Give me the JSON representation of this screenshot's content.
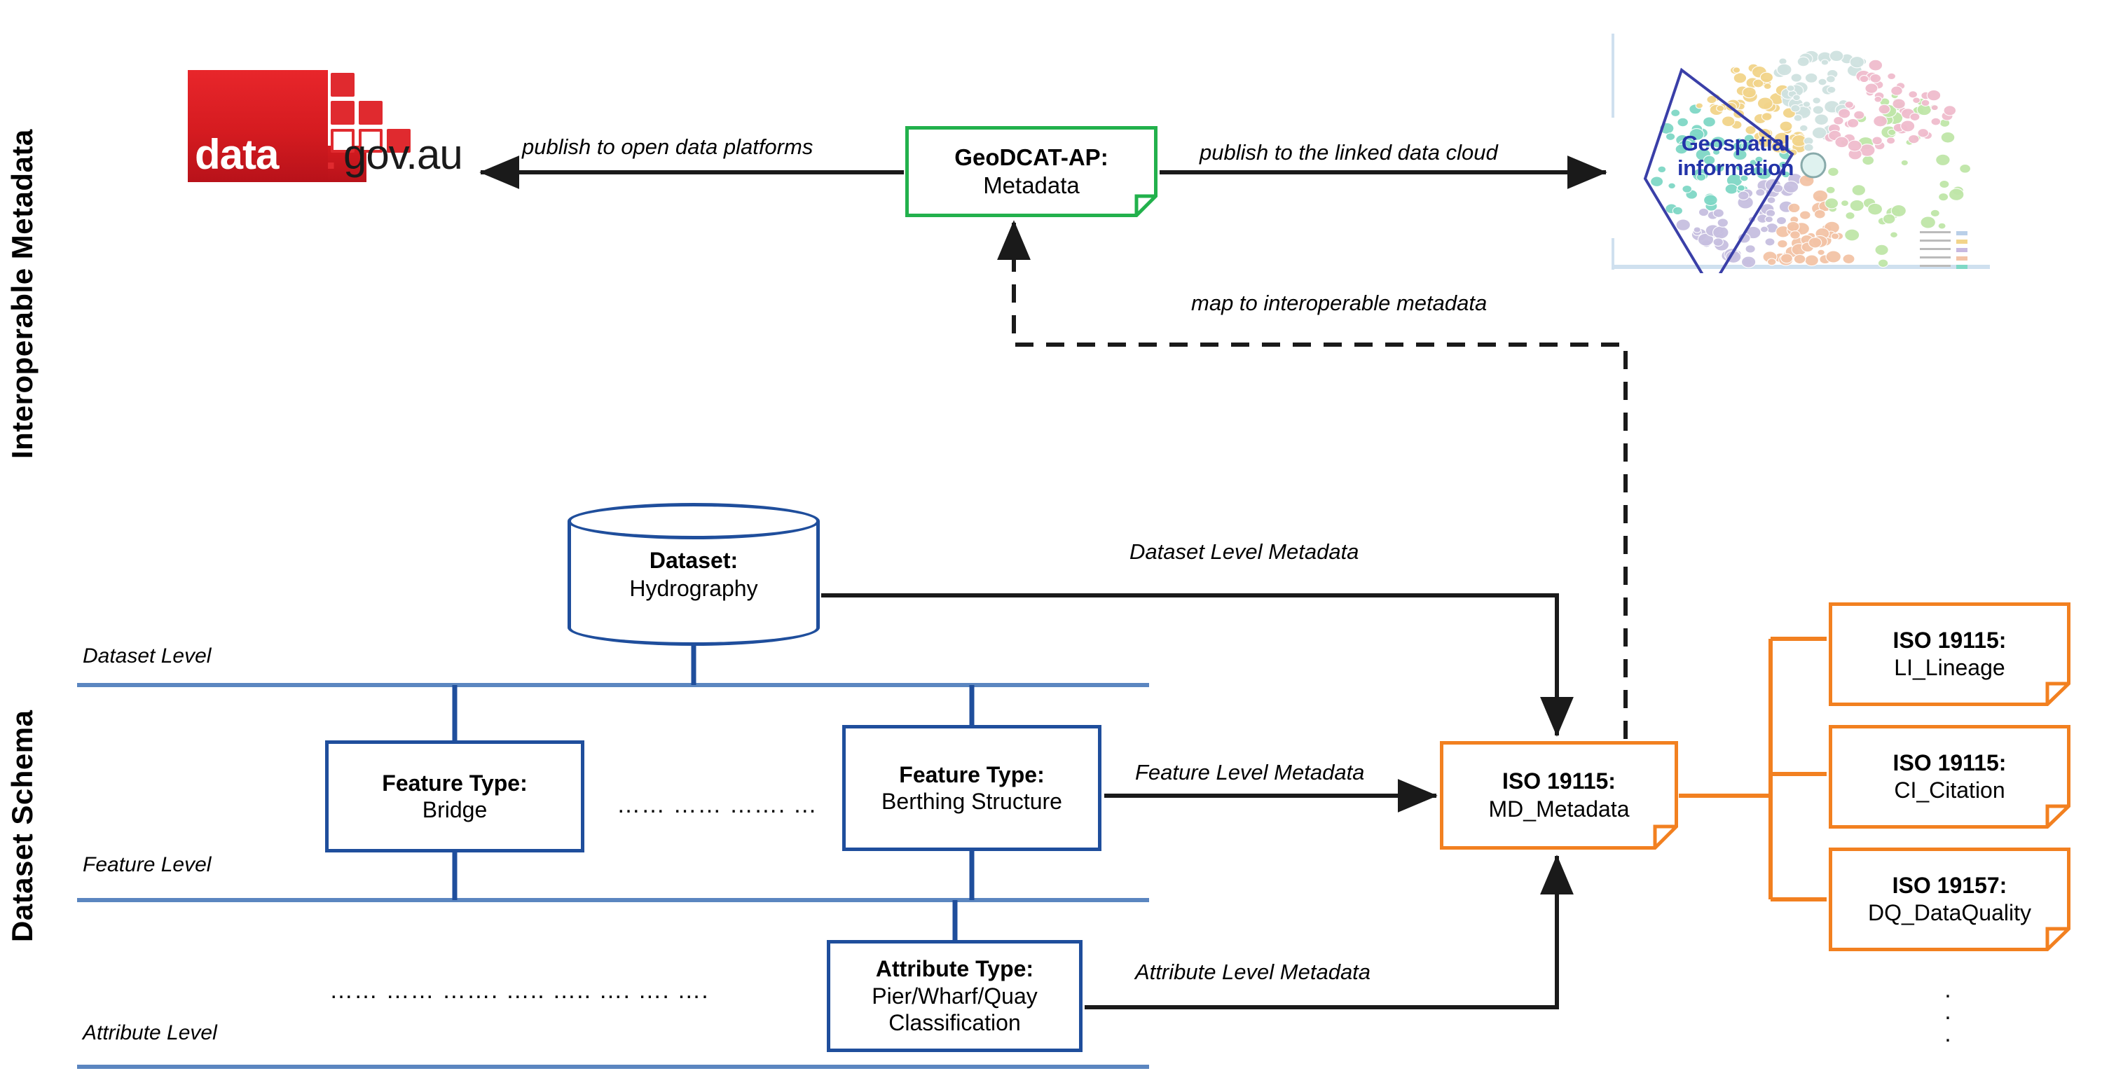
{
  "sections": {
    "top_label": "Interoperable  Metadata",
    "bottom_label": "Dataset Schema"
  },
  "logo": {
    "name": "data-gov-au-logo",
    "word": "data",
    "dot": ".",
    "suffix": "gov.au",
    "brand_color": "#d51b20"
  },
  "lod_cloud": {
    "callout": "Geospatial\ninformation",
    "callout_line1": "Geospatial",
    "callout_line2": "information",
    "callout_color": "#2333a8"
  },
  "boxes": {
    "geodcat": {
      "title": "GeoDCAT-AP:",
      "subtitle": "Metadata",
      "color": "#22b14c"
    },
    "dataset": {
      "title": "Dataset:",
      "subtitle": "Hydrography",
      "color": "#1f4e9c"
    },
    "feature_bridge": {
      "title": "Feature Type:",
      "subtitle": "Bridge",
      "color": "#1f4e9c"
    },
    "feature_berthing": {
      "title": "Feature Type:",
      "subtitle": "Berthing Structure",
      "color": "#1f4e9c"
    },
    "attribute_type": {
      "title": "Attribute Type:",
      "subtitle": "Pier/Wharf/Quay",
      "subtitle2": "Classification",
      "color": "#1f4e9c"
    },
    "md_metadata": {
      "title": "ISO 19115:",
      "subtitle": "MD_Metadata",
      "color": "#f28020"
    },
    "li_lineage": {
      "title": "ISO 19115:",
      "subtitle": "LI_Lineage",
      "color": "#f28020"
    },
    "ci_citation": {
      "title": "ISO 19115:",
      "subtitle": "CI_Citation",
      "color": "#f28020"
    },
    "dq_dataquality": {
      "title": "ISO 19157:",
      "subtitle": "DQ_DataQuality",
      "color": "#f28020"
    }
  },
  "edges": {
    "publish_open_data": "publish to open data platforms",
    "publish_linked_cloud": "publish to the linked data cloud",
    "map_interoperable": "map to interoperable metadata",
    "dataset_level_metadata": "Dataset Level Metadata",
    "feature_level_metadata": "Feature Level Metadata",
    "attribute_level_metadata": "Attribute Level Metadata"
  },
  "levels": {
    "dataset": "Dataset Level",
    "feature": "Feature Level",
    "attribute": "Attribute Level"
  },
  "ellipsis": {
    "feature_row": "…… …… ……. …",
    "attribute_row": "…… …… ……. ….. ….. …. …. ….",
    "vertical": "⋮"
  }
}
